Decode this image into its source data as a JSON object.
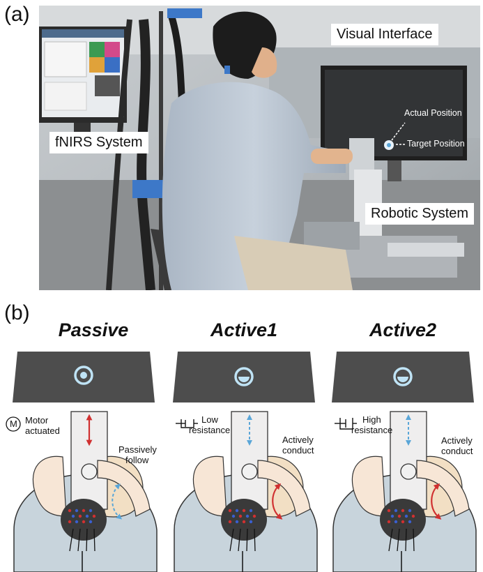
{
  "panel_a": {
    "label": "(a)",
    "labels": {
      "visual_interface": "Visual Interface",
      "fnirs_system": "fNIRS System",
      "robotic_system": "Robotic System",
      "actual_position": "Actual Position",
      "target_position": "Target Position"
    }
  },
  "panel_b": {
    "label": "(b)",
    "modes": [
      {
        "title": "Passive",
        "device_symbol": "motor",
        "device_label_1": "Motor",
        "device_label_2": "actuated",
        "motion_label_1": "Passively",
        "motion_label_2": "follow"
      },
      {
        "title": "Active1",
        "device_symbol": "damper",
        "device_label_1": "Low",
        "device_label_2": "resistance",
        "motion_label_1": "Actively",
        "motion_label_2": "conduct"
      },
      {
        "title": "Active2",
        "device_symbol": "damper",
        "device_label_1": "High",
        "device_label_2": "resistance",
        "motion_label_1": "Actively",
        "motion_label_2": "conduct"
      }
    ],
    "motor_symbol_letter": "M"
  },
  "colors": {
    "screen": "#4d4d4d",
    "target_ring": "#bfe3f5",
    "red_arrow": "#d03030",
    "blue_arrow": "#5aa6d8",
    "body_blue": "#c8d4dc",
    "skin": "#f7e6d6",
    "hair": "#3a3a3a"
  }
}
